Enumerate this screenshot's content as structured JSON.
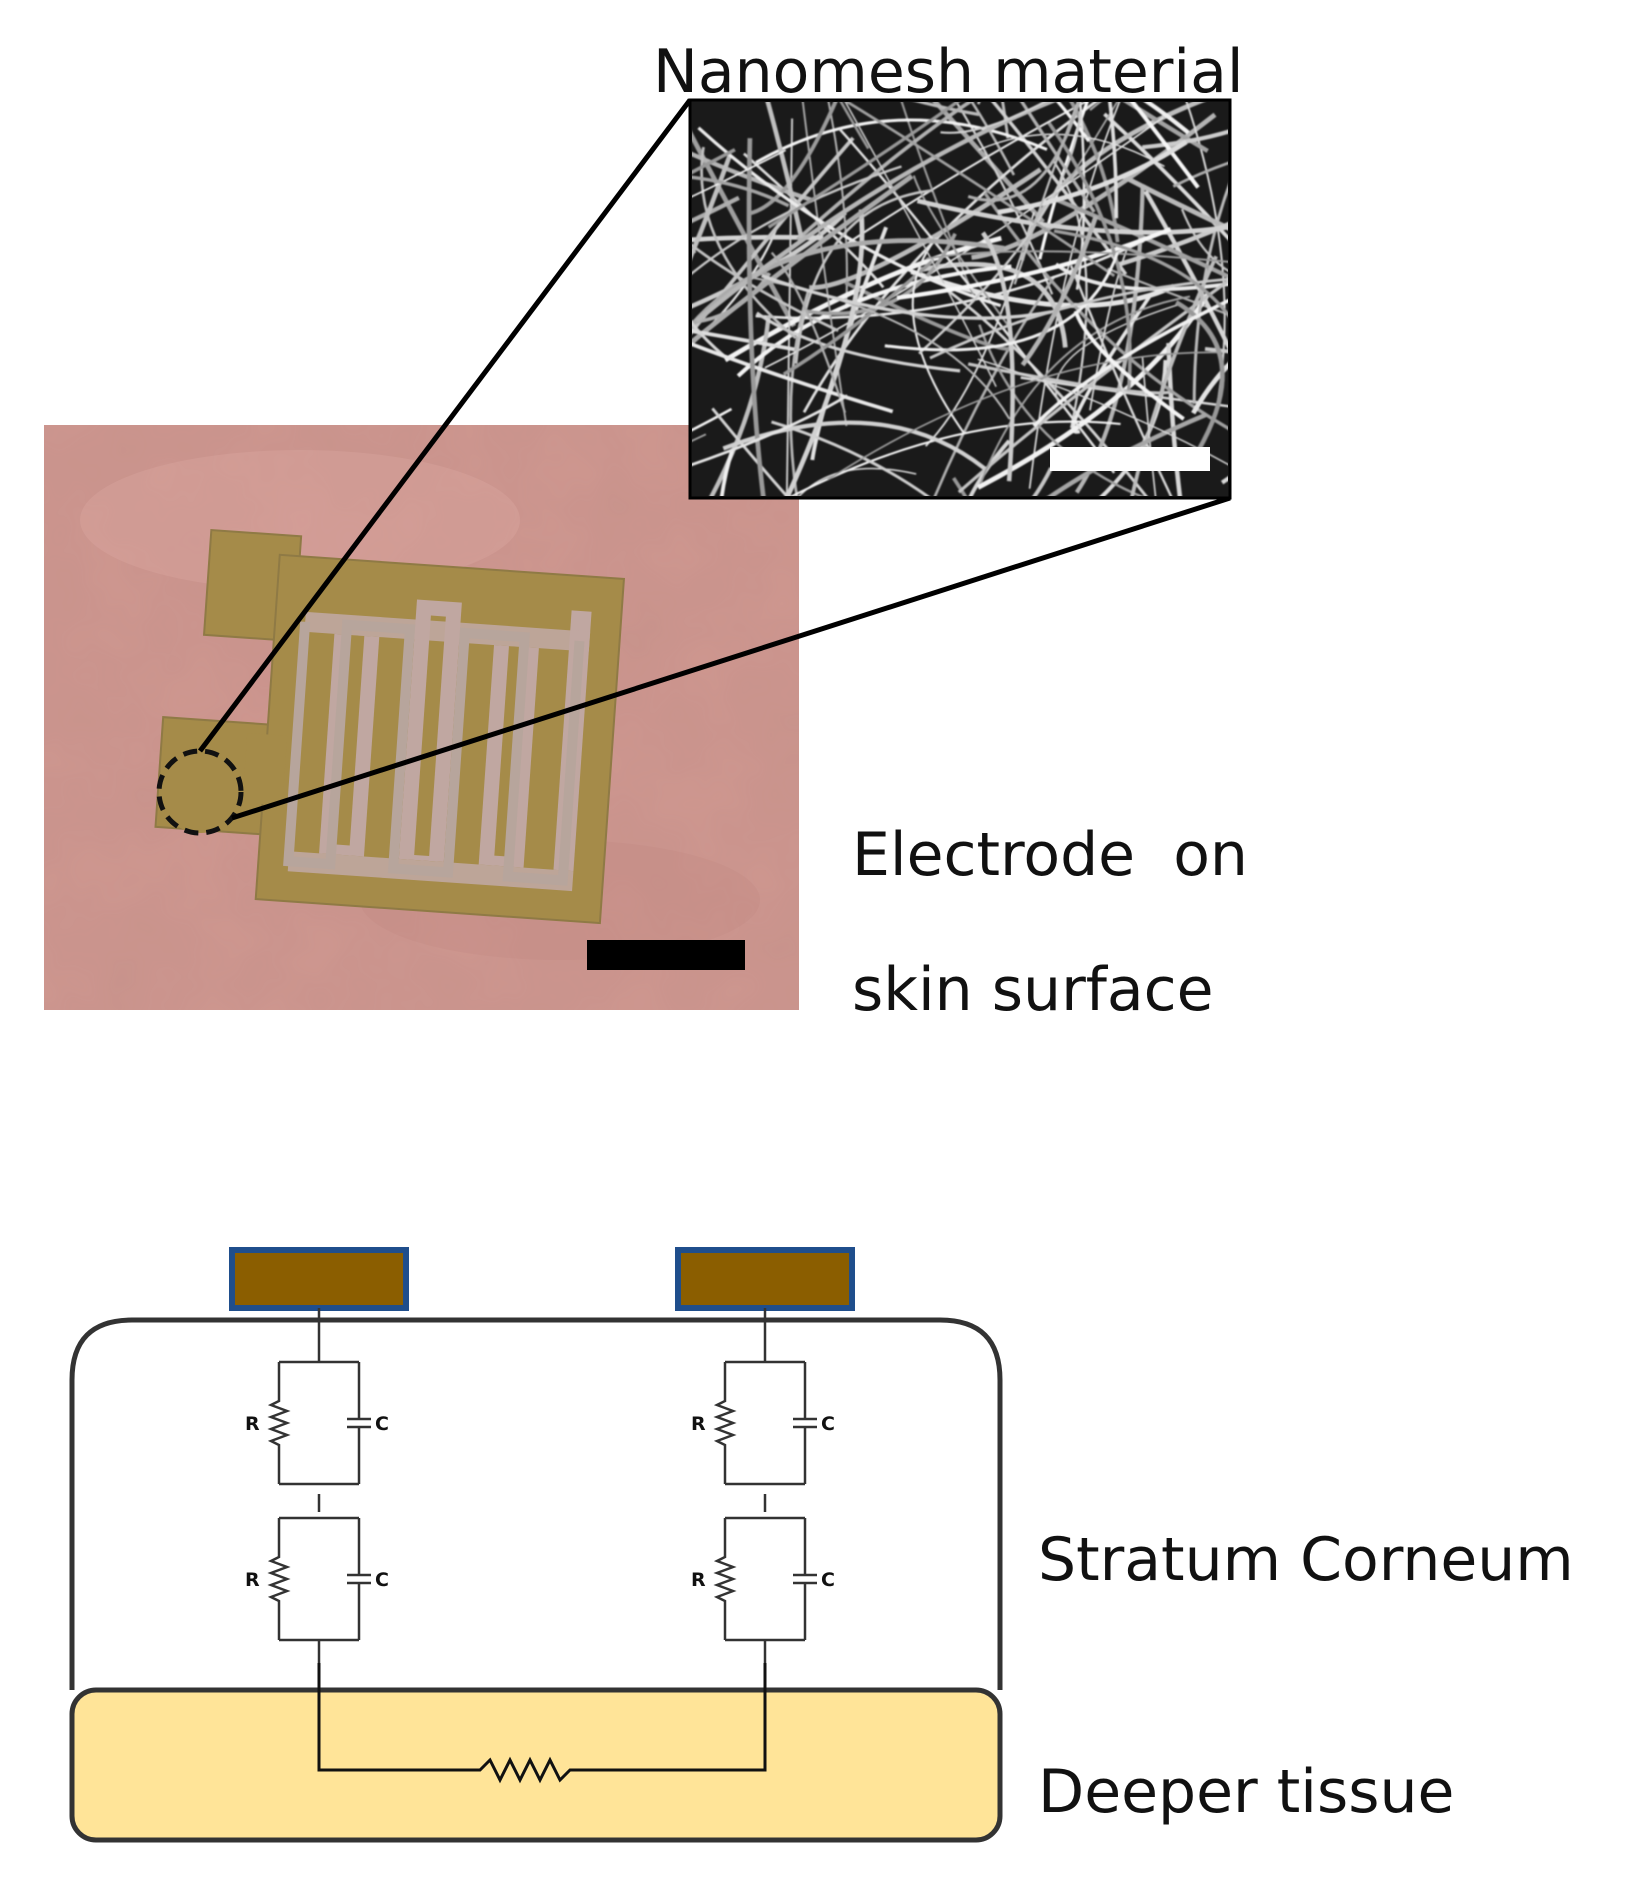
{
  "labels": {
    "nanomesh": "Nanomesh material",
    "electrode_line1": "Electrode  on",
    "electrode_line2": "skin surface",
    "stratum": "Stratum Corneum",
    "deeper": "Deeper tissue"
  },
  "circuit": {
    "resistor_symbol": "R",
    "capacitor_symbol": "C"
  },
  "colors": {
    "skin": "#cf9890",
    "electrode_gold": "#a58b49",
    "pad_fill": "#8b5e00",
    "pad_border": "#1f4e8c",
    "deeper_tissue": "#ffe498",
    "outline": "#333333"
  }
}
